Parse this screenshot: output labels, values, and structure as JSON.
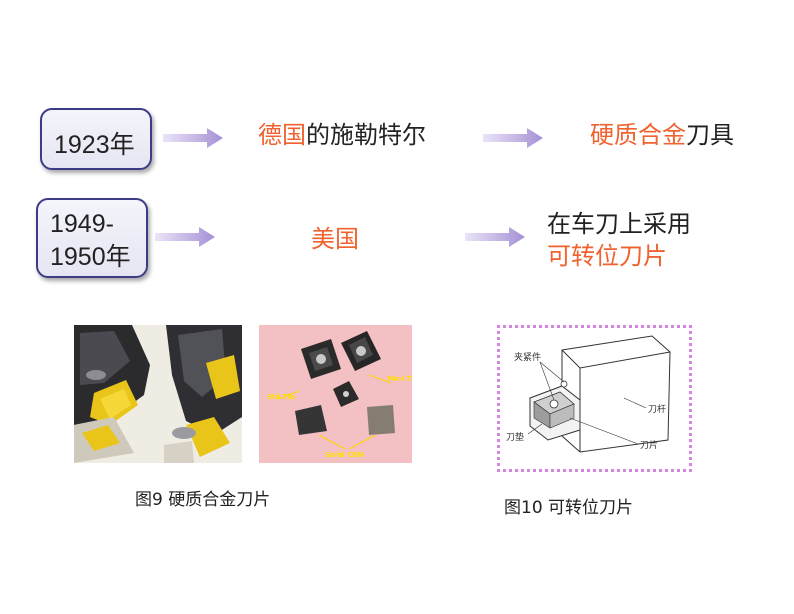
{
  "row1": {
    "year": "1923年",
    "origin_hl": "德国",
    "origin_rest": "的施勒特尔",
    "result_hl": "硬质合金",
    "result_rest": "刀具"
  },
  "row2": {
    "year_line1": "1949-",
    "year_line2": "1950年",
    "origin": "美国",
    "result_line1": "在车刀上采用",
    "result_line2": "可转位刀片"
  },
  "photo2_labels": {
    "left": "Std Tip",
    "right": "Mini Tip",
    "bottom": "Solid CBN"
  },
  "diagram_labels": {
    "clamp": "夹紧件",
    "holder": "刀杆",
    "shim": "刀垫",
    "insert": "刀片"
  },
  "captions": {
    "fig9": "图9  硬质合金刀片",
    "fig10": "图10  可转位刀片"
  },
  "colors": {
    "highlight": "#f0622f",
    "box_border": "#3b3b86",
    "arrow": "#b9a6e0",
    "diagram_border": "#d487e0"
  }
}
